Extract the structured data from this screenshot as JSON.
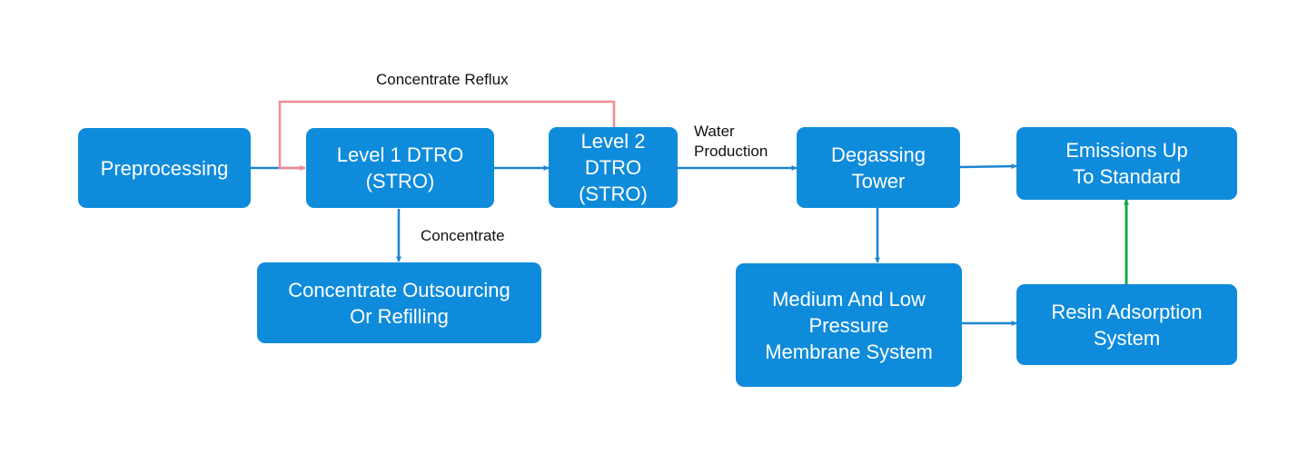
{
  "colors": {
    "box_fill": "#0F8BDB",
    "flow_arrow": "#1B86D2",
    "reflux_line": "#EE8C95",
    "standard_arrow": "#13A84B",
    "label_text": "#111111"
  },
  "nodes": {
    "preprocessing": "Preprocessing",
    "dtro_level1": "Level 1 DTRO\n(STRO)",
    "dtro_level2": "Level 2\nDTRO\n(STRO)",
    "degassing_tower": "Degassing\nTower",
    "emissions": "Emissions Up\nTo Standard",
    "concentrate_outsourcing": "Concentrate Outsourcing\nOr Refilling",
    "membrane_system": "Medium And Low\nPressure\nMembrane System",
    "resin_adsorption": "Resin Adsorption\nSystem"
  },
  "labels": {
    "concentrate_reflux": "Concentrate Reflux",
    "water_production": "Water\nProduction",
    "concentrate": "Concentrate"
  }
}
